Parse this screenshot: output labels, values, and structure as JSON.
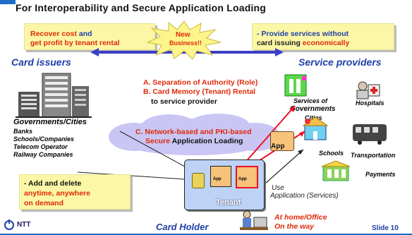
{
  "slide": {
    "title": "For Interoperability and Secure Application Loading",
    "slide_number": "Slide 10",
    "logo_text": "NTT"
  },
  "boxes": {
    "left_yellow": {
      "part1": "Recover cost",
      "part2": " and",
      "part3": "get profit by tenant rental"
    },
    "right_yellow": {
      "part1": "- Provide services",
      "part2": " without",
      "part3": "card issuing ",
      "part4": "economically"
    },
    "starburst": {
      "line1": "New",
      "line2": "Business!!"
    }
  },
  "labels": {
    "card_issuers": "Card issuers",
    "service_providers": "Service providers",
    "card_holder": "Card Holder"
  },
  "issuers": {
    "heading": "Governments/Cities",
    "items": [
      "Banks",
      "Schools/Companies",
      "Telecom Operator",
      "Railway Companies"
    ]
  },
  "points": {
    "a": "A. Separation of Authority (Role)",
    "b": "B. Card Memory (Tenant) Rental",
    "b_sub": "to service provider",
    "c_line1": "C. Network-based and PKI-based",
    "c_line2_red": "Secure ",
    "c_line2_black": "Application Loading"
  },
  "services": {
    "gov_line1": "Services of",
    "gov_line2": "Governments",
    "gov_line3": "Cities",
    "hospitals": "Hospitals",
    "schools": "Schools",
    "transportation": "Transportation",
    "payments": "Payments"
  },
  "card": {
    "app_label": "App",
    "tenant": "Tenant",
    "small1": "App",
    "small2": "App"
  },
  "add_delete_box": {
    "line1": "- Add and delete",
    "line2": "anytime, anywhere",
    "line3": "on demand"
  },
  "use_app": {
    "line1": "Use",
    "line2": "Application (Services)"
  },
  "locations": {
    "line1": "At home/Office",
    "line2": "On the way"
  },
  "colors": {
    "accent_red": "#e02a0a",
    "accent_blue": "#1f3fa8",
    "yellow": "#fcf7a6",
    "cloud": "#c9c6f4",
    "card_blue": "#bcd3f5"
  }
}
